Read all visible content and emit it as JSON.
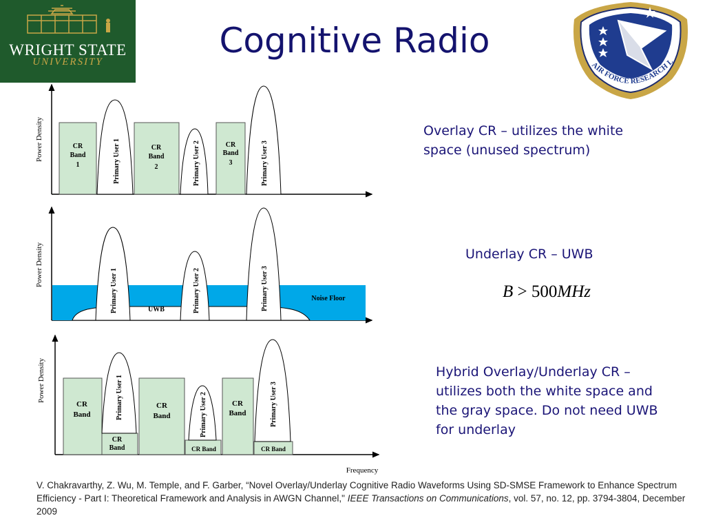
{
  "logos": {
    "wsu_line1": "WRIGHT STATE",
    "wsu_line2": "UNIVERSITY",
    "afrl_text": "AIR FORCE RESEARCH LABORATORY"
  },
  "title": "Cognitive Radio",
  "diagram": {
    "y_axis_label": "Power Density",
    "x_axis_label": "Frequency",
    "panel1": {
      "cr1_a": "CR",
      "cr1_b": "Band",
      "cr1_c": "1",
      "pu1": "Primary User 1",
      "cr2_a": "CR",
      "cr2_b": "Band",
      "cr2_c": "2",
      "pu2": "Primary User 2",
      "cr3_a": "CR",
      "cr3_b": "Band",
      "cr3_c": "3",
      "pu3": "Primary User 3"
    },
    "panel2": {
      "pu1": "Primary User 1",
      "pu2": "Primary User 2",
      "pu3": "Primary User 3",
      "uwb": "UWB",
      "noise_floor": "Noise Floor"
    },
    "panel3": {
      "cr_a_1": "CR",
      "cr_a_2": "Band",
      "cr_b_1": "CR",
      "cr_b_2": "Band",
      "cr_c_1": "CR",
      "cr_c_2": "Band",
      "cr_d_1": "CR",
      "cr_d_2": "Band",
      "cr_e": "CR Band",
      "cr_f": "CR Band",
      "pu1": "Primary User 1",
      "pu2": "Primary User 2",
      "pu3": "Primary User 3"
    }
  },
  "notes": {
    "overlay_line1": "Overlay CR – utilizes the white",
    "overlay_line2": "space (unused spectrum)",
    "underlay": "Underlay CR – UWB",
    "formula_b": "B",
    "formula_op": " > ",
    "formula_num": "500",
    "formula_unit": "MHz",
    "hybrid_line1": "Hybrid Overlay/Underlay CR –",
    "hybrid_line2": "utilizes both the white space and",
    "hybrid_line3": "the gray space. Do not need UWB",
    "hybrid_line4": "for underlay"
  },
  "citation": {
    "part1": "V. Chakravarthy, Z. Wu, M. Temple, and F. Garber, “Novel Overlay/Underlay Cognitive Radio Waveforms Using SD-SMSE Framework to Enhance Spectrum Efficiency - Part I: Theoretical Framework and Analysis in AWGN Channel,\" ",
    "journal": "IEEE Transactions on Communications",
    "part2": ", vol. 57, no. 12, pp. 3794-3804, December 2009"
  },
  "colors": {
    "title": "#14136e",
    "note_text": "#1b1577",
    "wsu_green": "#1f5a2c",
    "wsu_gold": "#c9a646",
    "cr_band_fill": "#cfe8d1",
    "noise_floor": "#00a8e8"
  }
}
